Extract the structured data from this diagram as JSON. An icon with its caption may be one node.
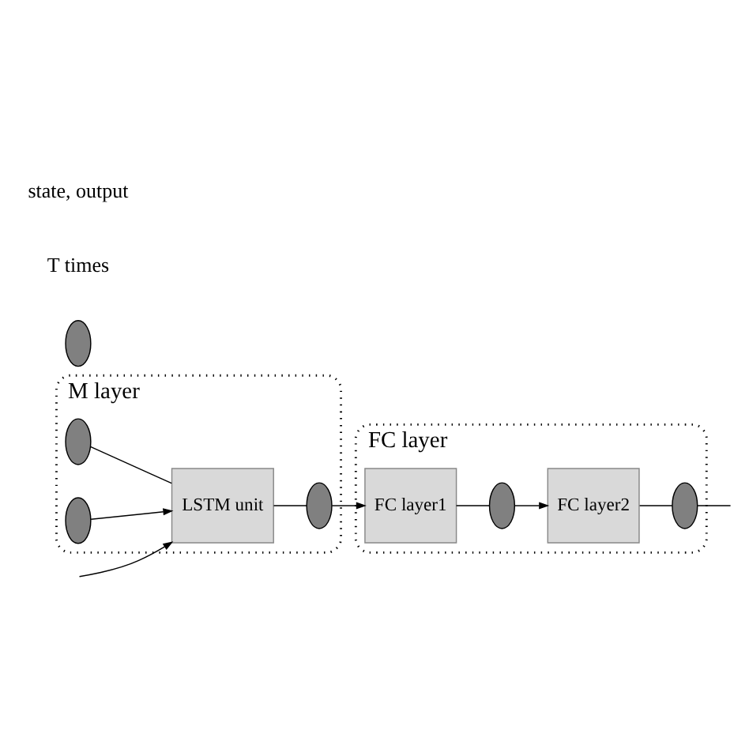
{
  "diagram": {
    "nodes": [
      {
        "text": [
          "M layer"
        ]
      },
      {
        "text": [],
        "shape": "ellipse",
        "in": 0
      },
      {
        "text": [],
        "shape": "ellipse",
        "in": 0
      },
      {
        "text": [
          "LSTM unit"
        ],
        "in": 0
      },
      {
        "text": [],
        "shape": "ellipse",
        "in": 0
      },
      {
        "text": [
          "FC layer"
        ]
      },
      {
        "text": [
          "FC layer1"
        ],
        "in": 5
      },
      {
        "text": [],
        "shape": "ellipse",
        "in": 5
      },
      {
        "text": [
          "FC layer2"
        ],
        "in": 5
      },
      {
        "text": [],
        "shape": "ellipse",
        "in": 5
      },
      {
        "text": [],
        "shape": "ellipse"
      }
    ],
    "edges": [
      {
        "from": 1,
        "to": 3,
        "arrow": "none"
      },
      {
        "from": 2,
        "to": 3,
        "arrow": "to"
      },
      {
        "from": null,
        "to": 3,
        "arrow": "to"
      },
      {
        "from": 3,
        "to": 4,
        "arrow": "none"
      },
      {
        "from": 4,
        "to": 6,
        "arrow": "to"
      },
      {
        "from": 6,
        "to": 7,
        "arrow": "none"
      },
      {
        "from": 7,
        "to": 8,
        "arrow": "to"
      },
      {
        "from": 8,
        "to": 9,
        "arrow": "none"
      },
      {
        "from": 9,
        "to": null,
        "arrow": "none"
      }
    ],
    "labels": [
      "T times",
      "state, output"
    ]
  }
}
